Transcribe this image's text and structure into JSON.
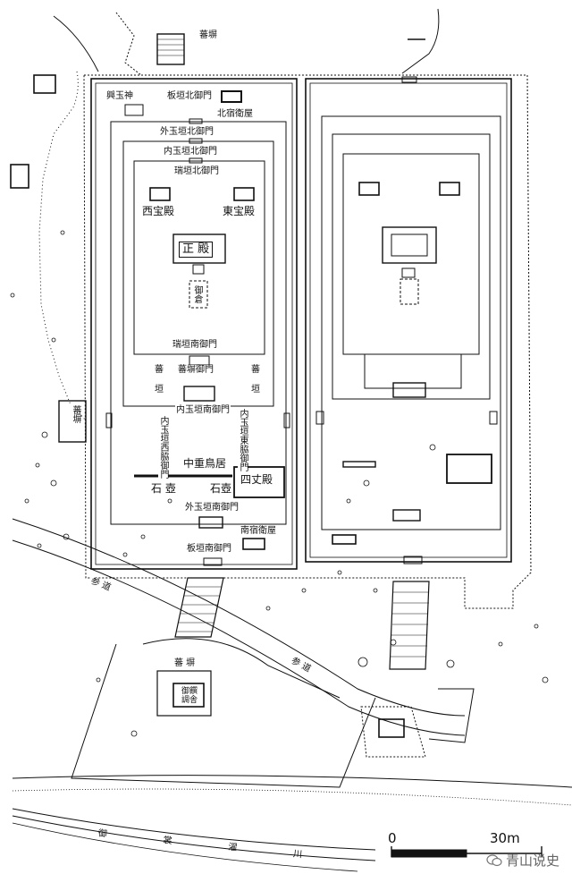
{
  "labels": {
    "chikubei_north": "蕃塀",
    "kogyoku": "興玉神",
    "itagaki_north_gate": "板垣北御門",
    "north_guard": "北宿衛屋",
    "outer_tamagaki_north_gate": "外玉垣北御門",
    "inner_tamagaki_north_gate": "内玉垣北御門",
    "mizugaki_north_gate": "瑞垣北御門",
    "west_treasury": "西宝殿",
    "east_treasury": "東宝殿",
    "main_hall": "正 殿",
    "mikura": "御倉",
    "mizugaki_south_gate": "瑞垣南御門",
    "chikubei_inner": "蕃塀御門",
    "ban_left": "蕃",
    "kaki_left": "垣",
    "ban_right": "蕃",
    "kaki_right": "垣",
    "inner_tamagaki_south_gate": "内玉垣南御門",
    "inner_west_side_gate": "内玉垣西脇御門",
    "inner_east_side_gate": "内玉垣東脇御門",
    "naka_torii": "中重鳥居",
    "ishitsubo_left": "石 壺",
    "ishitsubo_right": "石壺",
    "shijoden": "四丈殿",
    "outer_tamagaki_south_gate": "外玉垣南御門",
    "south_guard": "南宿衛屋",
    "itagaki_south_gate": "板垣南御門",
    "chikubei_west": "蕃塀",
    "sando_left": "参 道",
    "sando_right": "参 道",
    "chikubei_south": "蕃 塀",
    "mitarashi": "御饌調舎",
    "mimosuso_river": "御 裳 濯 川"
  },
  "scale": {
    "zero": "0",
    "max": "30m"
  },
  "watermark": {
    "text": "青山说史",
    "logo": "wechat-logo"
  }
}
